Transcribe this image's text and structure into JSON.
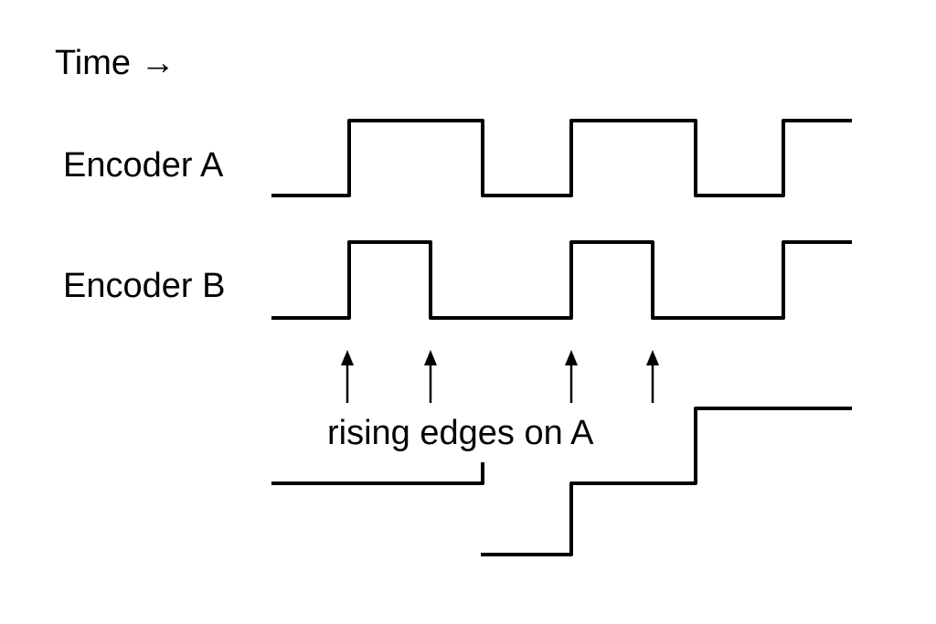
{
  "diagram": {
    "type": "timing-diagram",
    "time_label": "Time →",
    "signals": [
      {
        "name": "Encoder A",
        "initial_level": 0,
        "transitions": [
          1,
          3,
          4,
          6,
          7
        ],
        "end": 8.6
      },
      {
        "name": "Encoder B",
        "initial_level": 0,
        "transitions": [
          1,
          2,
          4,
          5,
          7
        ],
        "end": 8.6
      }
    ],
    "annotation": {
      "text": "rising edges on A",
      "arrow_times": [
        1,
        2,
        4,
        5
      ]
    },
    "counter_steps": [
      {
        "from": 0,
        "to": 3,
        "level": 1,
        "note": "step ends with short upward tick"
      },
      {
        "from": 3,
        "to": 4,
        "level": 0
      },
      {
        "from": 4,
        "to": 6,
        "level": 1
      },
      {
        "from": 6,
        "to": 8.6,
        "level": 2
      }
    ],
    "colors": {
      "line": "#000000",
      "background": "#ffffff"
    }
  }
}
